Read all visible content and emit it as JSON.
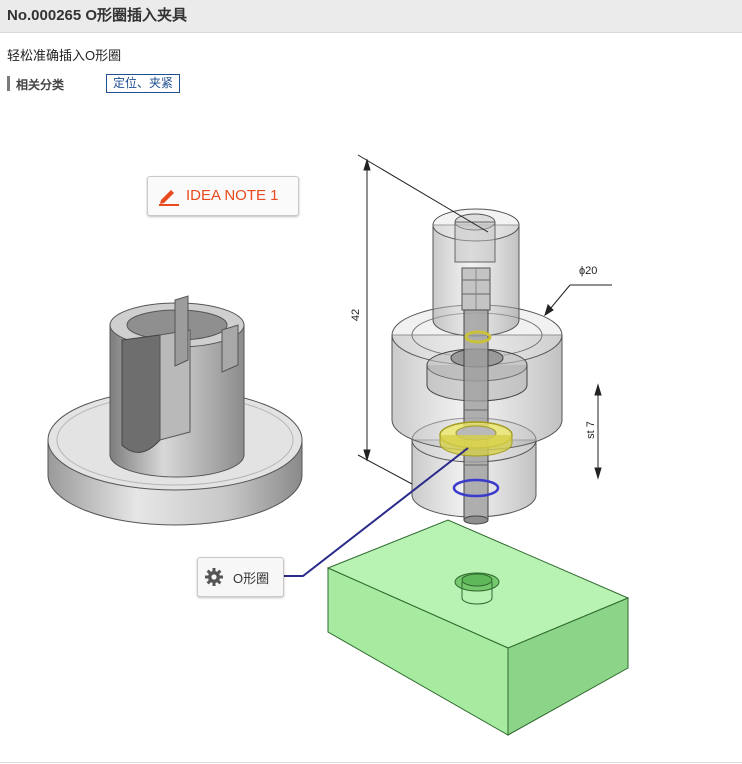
{
  "header": {
    "title": "No.000265 O形圈插入夹具"
  },
  "description": "轻松准确插入O形圈",
  "category": {
    "label": "相关分类",
    "tag": "定位、夹紧"
  },
  "idea_note": {
    "label": "IDEA NOTE 1",
    "icon": "pencil-icon"
  },
  "callout": {
    "label": "O形圈",
    "icon": "gear-icon"
  },
  "dimensions": {
    "height": "42",
    "diameter": "ϕ20",
    "stroke": "st 7"
  },
  "colors": {
    "accent": "#e8491d",
    "tag": "#1e4f91",
    "block": "#7fe07f",
    "oring": "#e8e04a",
    "leader": "#2a2a8a"
  }
}
